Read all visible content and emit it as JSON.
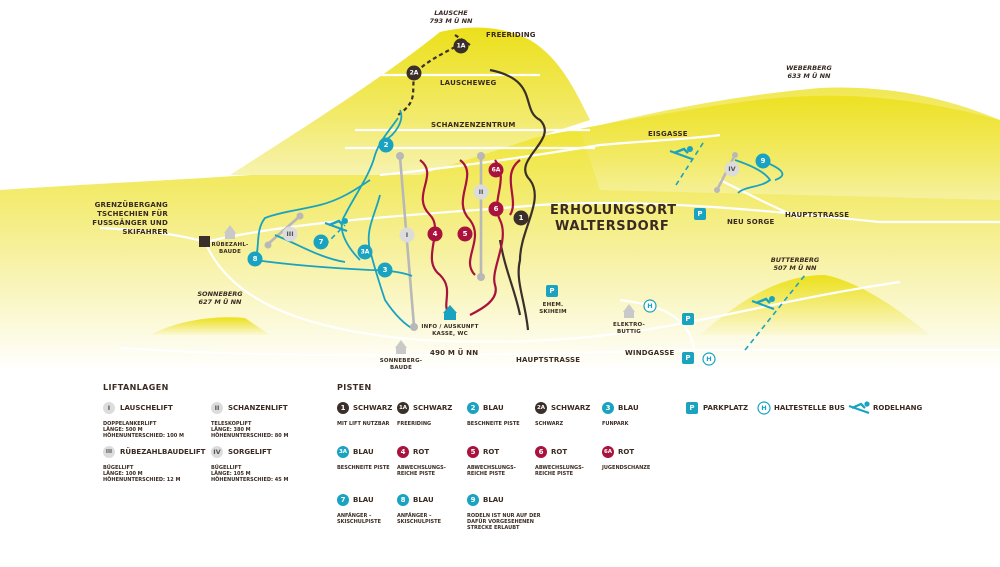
{
  "colors": {
    "black": "#3b2f2a",
    "cyan": "#1aa3c0",
    "red": "#a8123c",
    "gray": "#9a9a9a",
    "yellow": "#ede21b",
    "yellow_light": "#f6f09a"
  },
  "peaks": {
    "lausche": "LAUSCHE",
    "lausche_alt": "793 M Ü NN",
    "weberberg": "WEBERBERG",
    "weberberg_alt": "633 M Ü NN",
    "butterberg": "BUTTERBERG",
    "butterberg_alt": "507 M Ü NN",
    "sonneberg": "SONNEBERG",
    "sonneberg_alt": "627 M Ü NN"
  },
  "places": {
    "freeriding": "FREERIDING",
    "lauscheweg": "LAUSCHEWEG",
    "schanzenzentrum": "SCHANZENZENTRUM",
    "eisgasse": "EISGASSE",
    "town_line1": "ERHOLUNGSORT",
    "town_line2": "WALTERSDORF",
    "neu_sorge": "NEU SORGE",
    "hauptstrasse_east": "HAUPTSTRASSE",
    "hauptstrasse_south": "HAUPTSTRASSE",
    "windgasse": "WINDGASSE",
    "border_1": "GRENZÜBERGANG",
    "border_2": "TSCHECHIEN FÜR",
    "border_3": "FUSSGÄNGER UND",
    "border_4": "SKIFAHRER",
    "ruebezahlbaude_1": "RÜBEZAHL-",
    "ruebezahlbaude_2": "BAUDE",
    "sonnebergbaude_1": "SONNEBERG-",
    "sonnebergbaude_2": "BAUDE",
    "info_1": "INFO / AUSKUNFT",
    "info_2": "KASSE, WC",
    "skiheim_1": "EHEM.",
    "skiheim_2": "SKIHEIM",
    "elektro_1": "ELEKTRO-",
    "elektro_2": "BUTTIG",
    "elevation_490": "490 M Ü NN"
  },
  "map_badges": [
    {
      "id": "1",
      "color": "black"
    },
    {
      "id": "1A",
      "color": "black"
    },
    {
      "id": "2A",
      "color": "black"
    },
    {
      "id": "2",
      "color": "cyan"
    },
    {
      "id": "3",
      "color": "cyan"
    },
    {
      "id": "3A",
      "color": "cyan"
    },
    {
      "id": "7",
      "color": "cyan"
    },
    {
      "id": "8",
      "color": "cyan"
    },
    {
      "id": "9",
      "color": "cyan"
    },
    {
      "id": "4",
      "color": "red"
    },
    {
      "id": "5",
      "color": "red"
    },
    {
      "id": "6",
      "color": "red"
    },
    {
      "id": "6A",
      "color": "red"
    },
    {
      "id": "I",
      "color": "gray"
    },
    {
      "id": "II",
      "color": "gray"
    },
    {
      "id": "III",
      "color": "gray"
    },
    {
      "id": "IV",
      "color": "gray"
    },
    {
      "id": "P",
      "color": "cyan"
    },
    {
      "id": "H",
      "color": "cyan"
    }
  ],
  "legend": {
    "lifts_title": "LIFTANLAGEN",
    "lifts": [
      {
        "badge": "I",
        "name": "LAUSCHELIFT",
        "d1": "DOPPELANKERLIFT",
        "d2": "LÄNGE: 500 M",
        "d3": "HÖHENUNTERSCHIED: 100 M"
      },
      {
        "badge": "II",
        "name": "SCHANZENLIFT",
        "d1": "TELESKOPLIFT",
        "d2": "LÄNGE: 380 M",
        "d3": "HÖHENUNTERSCHIED: 80 M"
      },
      {
        "badge": "III",
        "name": "RÜBEZAHLBAUDELIFT",
        "d1": "BÜGELLIFT",
        "d2": "LÄNGE: 100 M",
        "d3": "HÖHENUNTERSCHIED: 12 M"
      },
      {
        "badge": "IV",
        "name": "SORGELIFT",
        "d1": "BÜGELLIFT",
        "d2": "LÄNGE: 105 M",
        "d3": "HÖHENUNTERSCHIED: 45 M"
      }
    ],
    "pistes_title": "PISTEN",
    "pistes": [
      {
        "badge": "1",
        "color": "black",
        "name": "SCHWARZ",
        "d1": "MIT LIFT NUTZBAR",
        "d2": "",
        "d3": ""
      },
      {
        "badge": "1A",
        "color": "black",
        "name": "SCHWARZ",
        "d1": "FREERIDING",
        "d2": "",
        "d3": ""
      },
      {
        "badge": "2",
        "color": "cyan",
        "name": "BLAU",
        "d1": "BESCHNEITE PISTE",
        "d2": "",
        "d3": ""
      },
      {
        "badge": "2A",
        "color": "black",
        "name": "SCHWARZ",
        "d1": "SCHWARZ",
        "d2": "",
        "d3": ""
      },
      {
        "badge": "3",
        "color": "cyan",
        "name": "BLAU",
        "d1": "FUNPARK",
        "d2": "",
        "d3": ""
      },
      {
        "badge": "3A",
        "color": "cyan",
        "name": "BLAU",
        "d1": "BESCHNEITE PISTE",
        "d2": "",
        "d3": ""
      },
      {
        "badge": "4",
        "color": "red",
        "name": "ROT",
        "d1": "ABWECHSLUNGS-",
        "d2": "REICHE PISTE",
        "d3": ""
      },
      {
        "badge": "5",
        "color": "red",
        "name": "ROT",
        "d1": "ABWECHSLUNGS-",
        "d2": "REICHE PISTE",
        "d3": ""
      },
      {
        "badge": "6",
        "color": "red",
        "name": "ROT",
        "d1": "ABWECHSLUNGS-",
        "d2": "REICHE PISTE",
        "d3": ""
      },
      {
        "badge": "6A",
        "color": "red",
        "name": "ROT",
        "d1": "JUGENDSCHANZE",
        "d2": "",
        "d3": ""
      },
      {
        "badge": "7",
        "color": "cyan",
        "name": "BLAU",
        "d1": "ANFÄNGER –",
        "d2": "SKISCHULPISTE",
        "d3": ""
      },
      {
        "badge": "8",
        "color": "cyan",
        "name": "BLAU",
        "d1": "ANFÄNGER –",
        "d2": "SKISCHULPISTE",
        "d3": ""
      },
      {
        "badge": "9",
        "color": "cyan",
        "name": "BLAU",
        "d1": "RODELN IST NUR AUF DER",
        "d2": "DAFÜR VORGESEHENEN",
        "d3": "STRECKE ERLAUBT"
      }
    ],
    "extras": {
      "parking_badge": "P",
      "parking": "PARKPLATZ",
      "bus_badge": "H",
      "bus": "HALTESTELLE BUS",
      "sled_icon": "sled-icon",
      "sled": "RODELHANG"
    }
  }
}
